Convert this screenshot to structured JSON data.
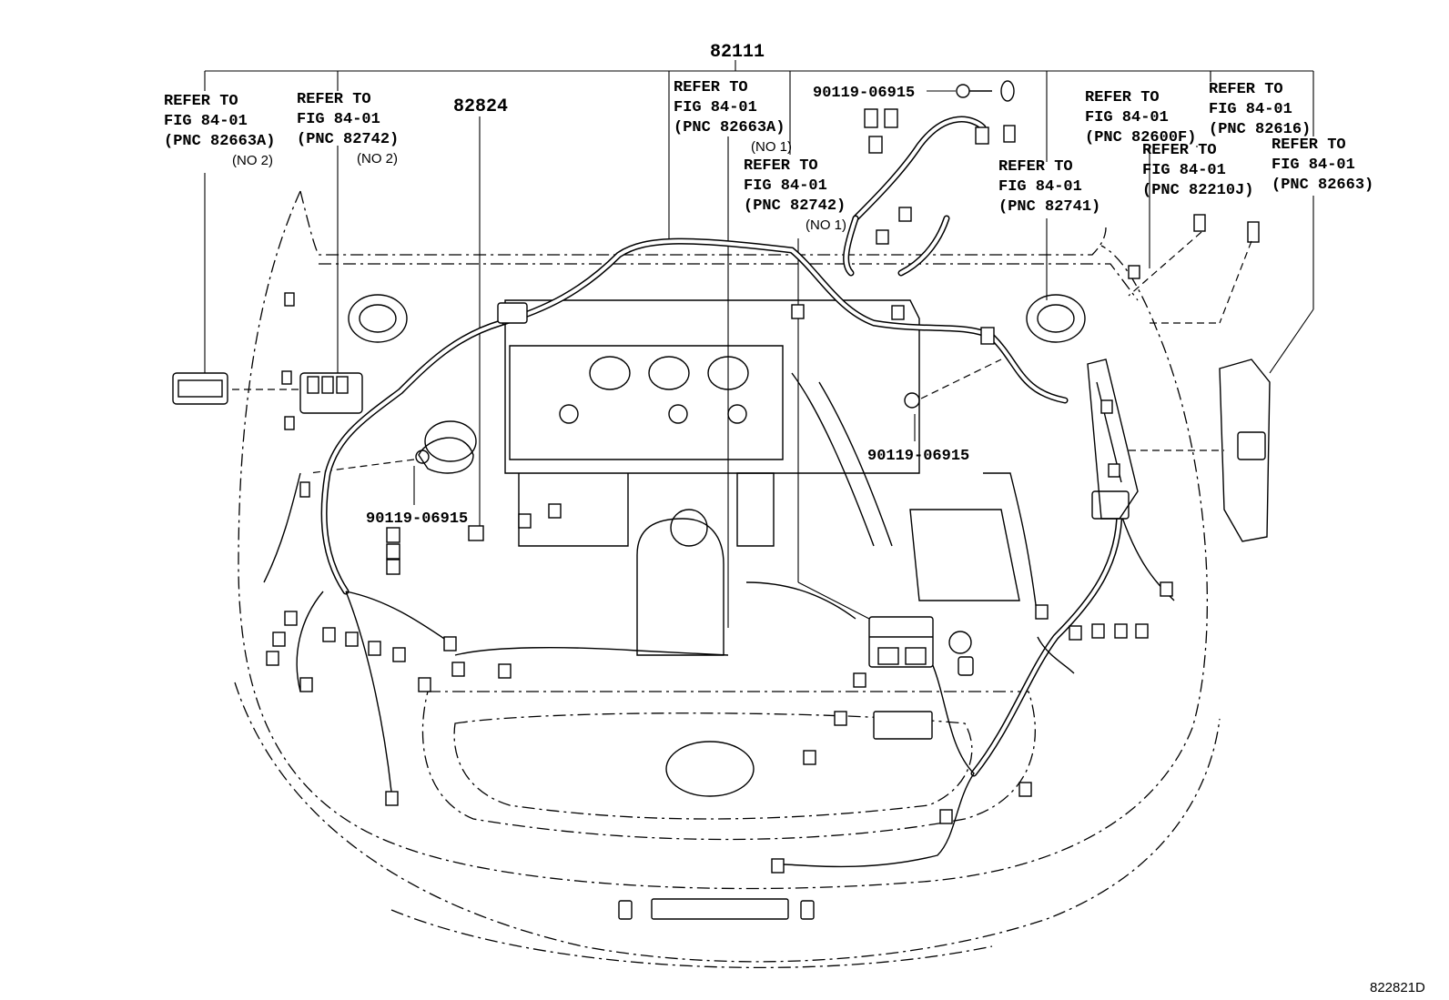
{
  "diagram": {
    "main_part": "82111",
    "part_82824": "82824",
    "drawing_id": "822821D",
    "callouts": {
      "c1": {
        "line1": "REFER TO",
        "line2": "FIG 84-01",
        "line3": "(PNC 82663A)",
        "note": "(NO 2)"
      },
      "c2": {
        "line1": "REFER TO",
        "line2": "FIG 84-01",
        "line3": "(PNC 82742)",
        "note": "(NO 2)"
      },
      "c3": {
        "line1": "REFER TO",
        "line2": "FIG 84-01",
        "line3": "(PNC 82663A)",
        "note": "(NO 1)"
      },
      "c4": {
        "line1": "REFER TO",
        "line2": "FIG 84-01",
        "line3": "(PNC 82742)",
        "note": "(NO 1)"
      },
      "c5": {
        "line1": "REFER TO",
        "line2": "FIG 84-01",
        "line3": "(PNC 82741)"
      },
      "c6": {
        "line1": "REFER TO",
        "line2": "FIG 84-01",
        "line3": "(PNC 82600F)"
      },
      "c7": {
        "line1": "REFER TO",
        "line2": "FIG 84-01",
        "line3": "(PNC 82616)"
      },
      "c8": {
        "line1": "REFER TO",
        "line2": "FIG 84-01",
        "line3": "(PNC 82210J)"
      },
      "c9": {
        "line1": "REFER TO",
        "line2": "FIG 84-01",
        "line3": "(PNC 82663)"
      }
    },
    "bolt_labels": {
      "top": "90119-06915",
      "right": "90119-06915",
      "left": "90119-06915"
    }
  }
}
